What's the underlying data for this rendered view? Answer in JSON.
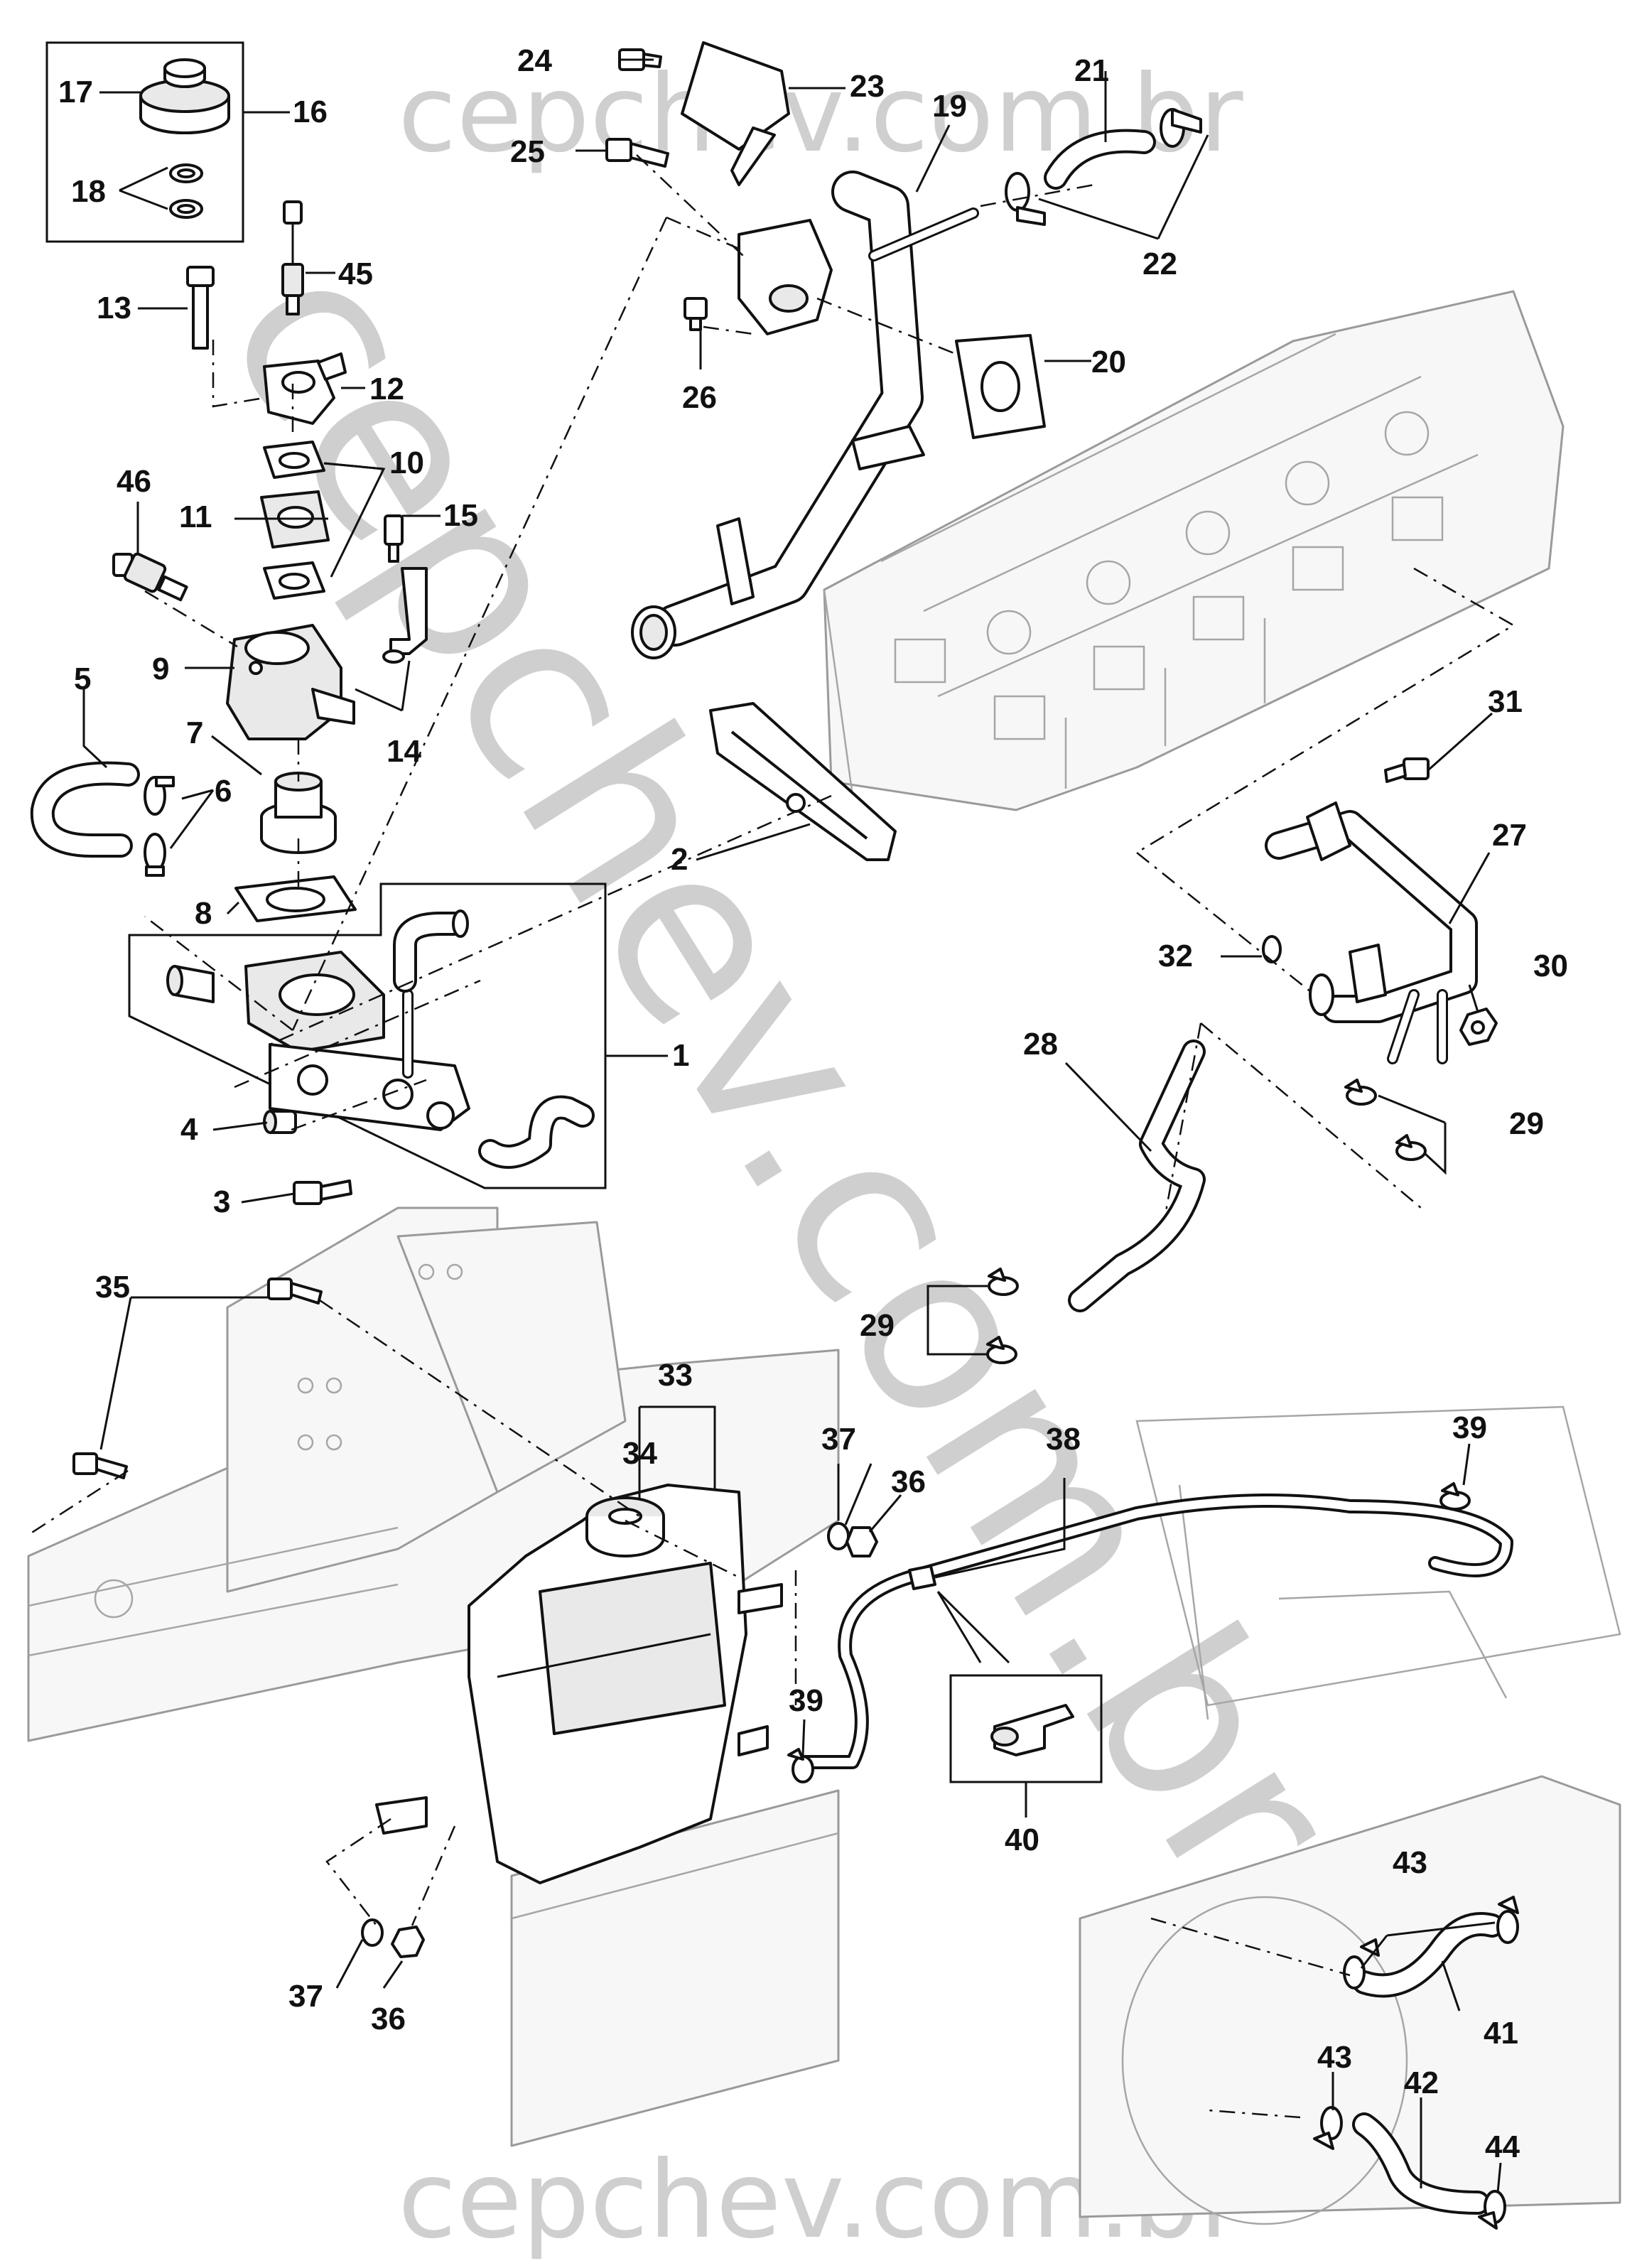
{
  "watermark": {
    "top": "cepchev.com.br",
    "bottom": "cepchev.com.br",
    "diagonal": "cepchev.com.br"
  },
  "callouts": [
    {
      "id": "c1",
      "text": "1"
    },
    {
      "id": "c2",
      "text": "2"
    },
    {
      "id": "c3",
      "text": "3"
    },
    {
      "id": "c4",
      "text": "4"
    },
    {
      "id": "c5",
      "text": "5"
    },
    {
      "id": "c6",
      "text": "6"
    },
    {
      "id": "c7",
      "text": "7"
    },
    {
      "id": "c8",
      "text": "8"
    },
    {
      "id": "c9",
      "text": "9"
    },
    {
      "id": "c10",
      "text": "10"
    },
    {
      "id": "c11",
      "text": "11"
    },
    {
      "id": "c12",
      "text": "12"
    },
    {
      "id": "c13",
      "text": "13"
    },
    {
      "id": "c14",
      "text": "14"
    },
    {
      "id": "c15",
      "text": "15"
    },
    {
      "id": "c16",
      "text": "16"
    },
    {
      "id": "c17",
      "text": "17"
    },
    {
      "id": "c18",
      "text": "18"
    },
    {
      "id": "c19",
      "text": "19"
    },
    {
      "id": "c20",
      "text": "20"
    },
    {
      "id": "c21",
      "text": "21"
    },
    {
      "id": "c22",
      "text": "22"
    },
    {
      "id": "c23",
      "text": "23"
    },
    {
      "id": "c24",
      "text": "24"
    },
    {
      "id": "c25",
      "text": "25"
    },
    {
      "id": "c26",
      "text": "26"
    },
    {
      "id": "c27",
      "text": "27"
    },
    {
      "id": "c28",
      "text": "28"
    },
    {
      "id": "c29a",
      "text": "29"
    },
    {
      "id": "c29b",
      "text": "29"
    },
    {
      "id": "c30",
      "text": "30"
    },
    {
      "id": "c31",
      "text": "31"
    },
    {
      "id": "c32",
      "text": "32"
    },
    {
      "id": "c33",
      "text": "33"
    },
    {
      "id": "c34",
      "text": "34"
    },
    {
      "id": "c35",
      "text": "35"
    },
    {
      "id": "c36a",
      "text": "36"
    },
    {
      "id": "c36b",
      "text": "36"
    },
    {
      "id": "c37a",
      "text": "37"
    },
    {
      "id": "c37b",
      "text": "37"
    },
    {
      "id": "c38",
      "text": "38"
    },
    {
      "id": "c39a",
      "text": "39"
    },
    {
      "id": "c39b",
      "text": "39"
    },
    {
      "id": "c40",
      "text": "40"
    },
    {
      "id": "c41",
      "text": "41"
    },
    {
      "id": "c42",
      "text": "42"
    },
    {
      "id": "c43a",
      "text": "43"
    },
    {
      "id": "c43b",
      "text": "43"
    },
    {
      "id": "c44",
      "text": "44"
    },
    {
      "id": "c45",
      "text": "45"
    },
    {
      "id": "c46",
      "text": "46"
    }
  ]
}
